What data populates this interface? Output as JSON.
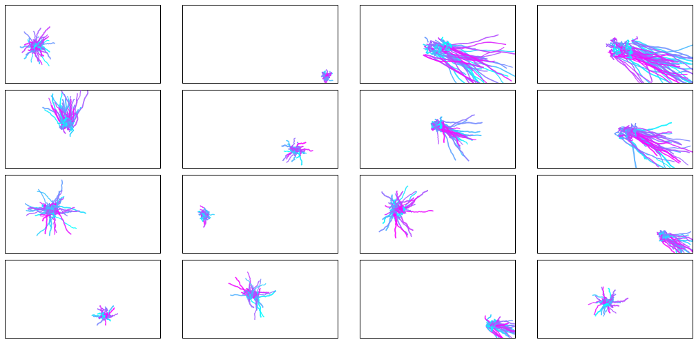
{
  "figure": {
    "rows": 4,
    "cols": 4,
    "colormap": "cool",
    "colormap_colors": [
      "#00ffff",
      "#ff00ff"
    ],
    "axes_ticks": "none",
    "gridlines": false
  },
  "chart_data": [
    {
      "type": "line",
      "panel": 1,
      "description_cluster": [
        0.2,
        0.52
      ],
      "spread": 0.1,
      "n_series": 38,
      "direction": "mixed",
      "xlim": [
        0,
        1
      ],
      "ylim": [
        0,
        1
      ]
    },
    {
      "type": "line",
      "panel": 2,
      "description_cluster": [
        0.93,
        0.92
      ],
      "spread": 0.04,
      "n_series": 16,
      "direction": "mixed",
      "xlim": [
        0,
        1
      ],
      "ylim": [
        0,
        1
      ]
    },
    {
      "type": "line",
      "panel": 3,
      "description_cluster": [
        0.5,
        0.55
      ],
      "spread": 0.3,
      "n_series": 45,
      "direction": "diagonal-down",
      "xlim": [
        0,
        1
      ],
      "ylim": [
        0,
        1
      ]
    },
    {
      "type": "line",
      "panel": 4,
      "description_cluster": [
        0.55,
        0.55
      ],
      "spread": 0.32,
      "n_series": 48,
      "direction": "diagonal-down",
      "xlim": [
        0,
        1
      ],
      "ylim": [
        0,
        1
      ]
    },
    {
      "type": "line",
      "panel": 5,
      "description_cluster": [
        0.4,
        0.45
      ],
      "spread": 0.14,
      "n_series": 40,
      "direction": "vertical",
      "xlim": [
        0,
        1
      ],
      "ylim": [
        0,
        1
      ]
    },
    {
      "type": "line",
      "panel": 6,
      "description_cluster": [
        0.73,
        0.78
      ],
      "spread": 0.08,
      "n_series": 22,
      "direction": "mixed",
      "xlim": [
        0,
        1
      ],
      "ylim": [
        0,
        1
      ]
    },
    {
      "type": "line",
      "panel": 7,
      "description_cluster": [
        0.5,
        0.45
      ],
      "spread": 0.14,
      "n_series": 34,
      "direction": "diagonal-down",
      "xlim": [
        0,
        1
      ],
      "ylim": [
        0,
        1
      ]
    },
    {
      "type": "line",
      "panel": 8,
      "description_cluster": [
        0.58,
        0.55
      ],
      "spread": 0.22,
      "n_series": 38,
      "direction": "diagonal-down",
      "xlim": [
        0,
        1
      ],
      "ylim": [
        0,
        1
      ]
    },
    {
      "type": "line",
      "panel": 9,
      "description_cluster": [
        0.3,
        0.45
      ],
      "spread": 0.16,
      "n_series": 40,
      "direction": "mixed",
      "xlim": [
        0,
        1
      ],
      "ylim": [
        0,
        1
      ]
    },
    {
      "type": "line",
      "panel": 10,
      "description_cluster": [
        0.15,
        0.52
      ],
      "spread": 0.05,
      "n_series": 18,
      "direction": "mixed",
      "xlim": [
        0,
        1
      ],
      "ylim": [
        0,
        1
      ]
    },
    {
      "type": "line",
      "panel": 11,
      "description_cluster": [
        0.25,
        0.45
      ],
      "spread": 0.16,
      "n_series": 40,
      "direction": "mixed",
      "xlim": [
        0,
        1
      ],
      "ylim": [
        0,
        1
      ]
    },
    {
      "type": "line",
      "panel": 12,
      "description_cluster": [
        0.82,
        0.78
      ],
      "spread": 0.12,
      "n_series": 28,
      "direction": "diagonal-down",
      "xlim": [
        0,
        1
      ],
      "ylim": [
        0,
        1
      ]
    },
    {
      "type": "line",
      "panel": 13,
      "description_cluster": [
        0.65,
        0.72
      ],
      "spread": 0.06,
      "n_series": 20,
      "direction": "mixed",
      "xlim": [
        0,
        1
      ],
      "ylim": [
        0,
        1
      ]
    },
    {
      "type": "line",
      "panel": 14,
      "description_cluster": [
        0.45,
        0.45
      ],
      "spread": 0.12,
      "n_series": 30,
      "direction": "mixed",
      "xlim": [
        0,
        1
      ],
      "ylim": [
        0,
        1
      ]
    },
    {
      "type": "line",
      "panel": 15,
      "description_cluster": [
        0.85,
        0.82
      ],
      "spread": 0.12,
      "n_series": 28,
      "direction": "diagonal-down",
      "xlim": [
        0,
        1
      ],
      "ylim": [
        0,
        1
      ]
    },
    {
      "type": "line",
      "panel": 16,
      "description_cluster": [
        0.45,
        0.55
      ],
      "spread": 0.09,
      "n_series": 26,
      "direction": "mixed",
      "xlim": [
        0,
        1
      ],
      "ylim": [
        0,
        1
      ]
    }
  ]
}
